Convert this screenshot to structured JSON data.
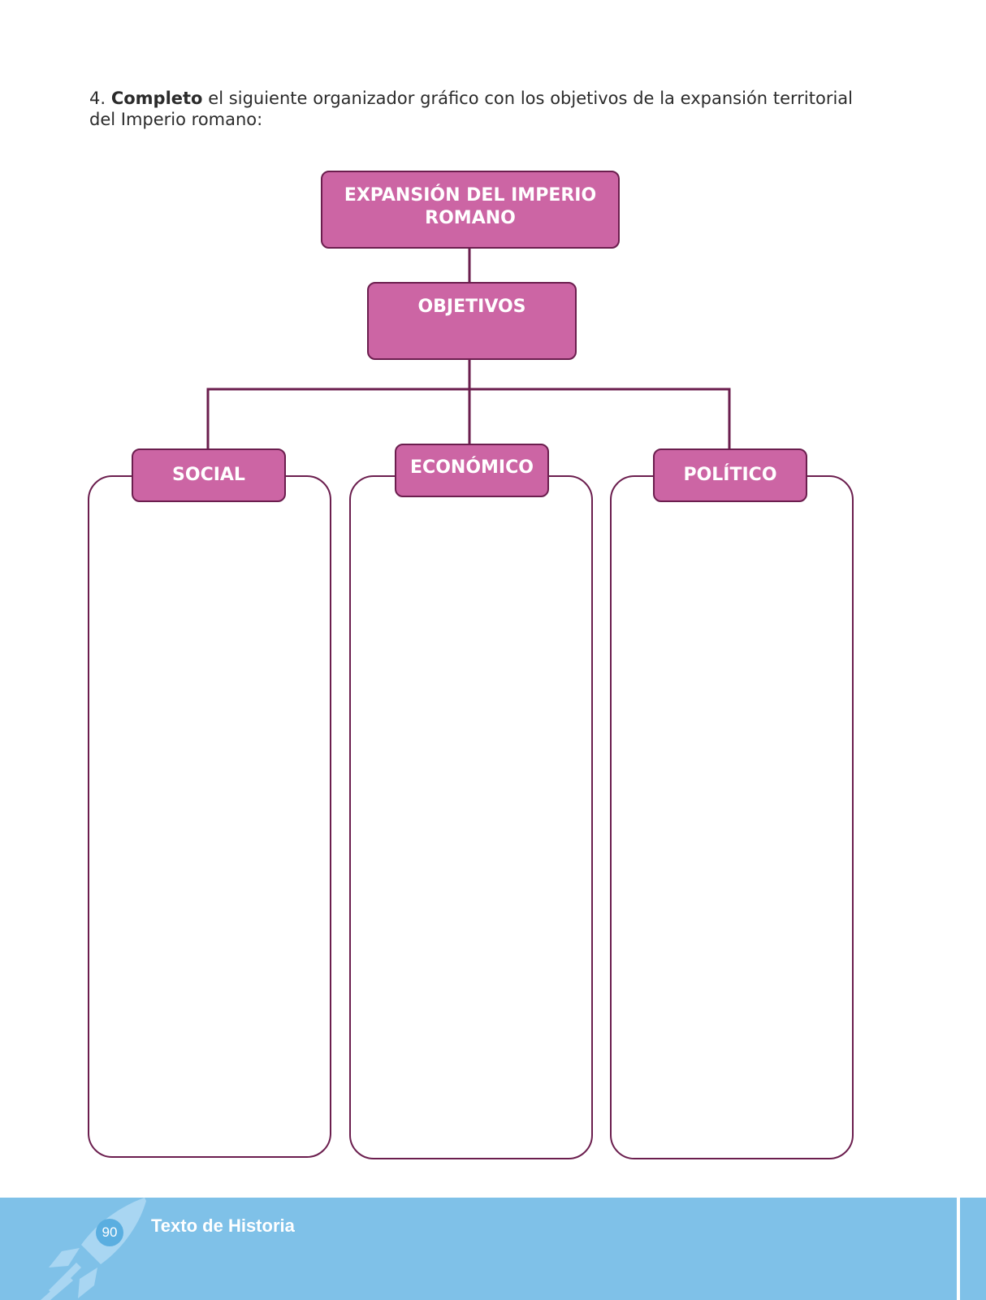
{
  "instruction": {
    "number": "4.",
    "verb": "Completo",
    "text": "el siguiente organizador gráfico con los objetivos de la expansión territorial del Imperio romano:"
  },
  "diagram": {
    "root": "EXPANSIÓN DEL IMPERIO ROMANO",
    "middle": "OBJETIVOS",
    "categories": [
      "SOCIAL",
      "ECONÓMICO",
      "POLÍTICO"
    ],
    "box_color": "#cc65a4",
    "border_color": "#6b1e4e"
  },
  "footer": {
    "page_number": "90",
    "title": "Texto de Historia",
    "color": "#7fc1e8",
    "icon": "rocket-icon"
  }
}
